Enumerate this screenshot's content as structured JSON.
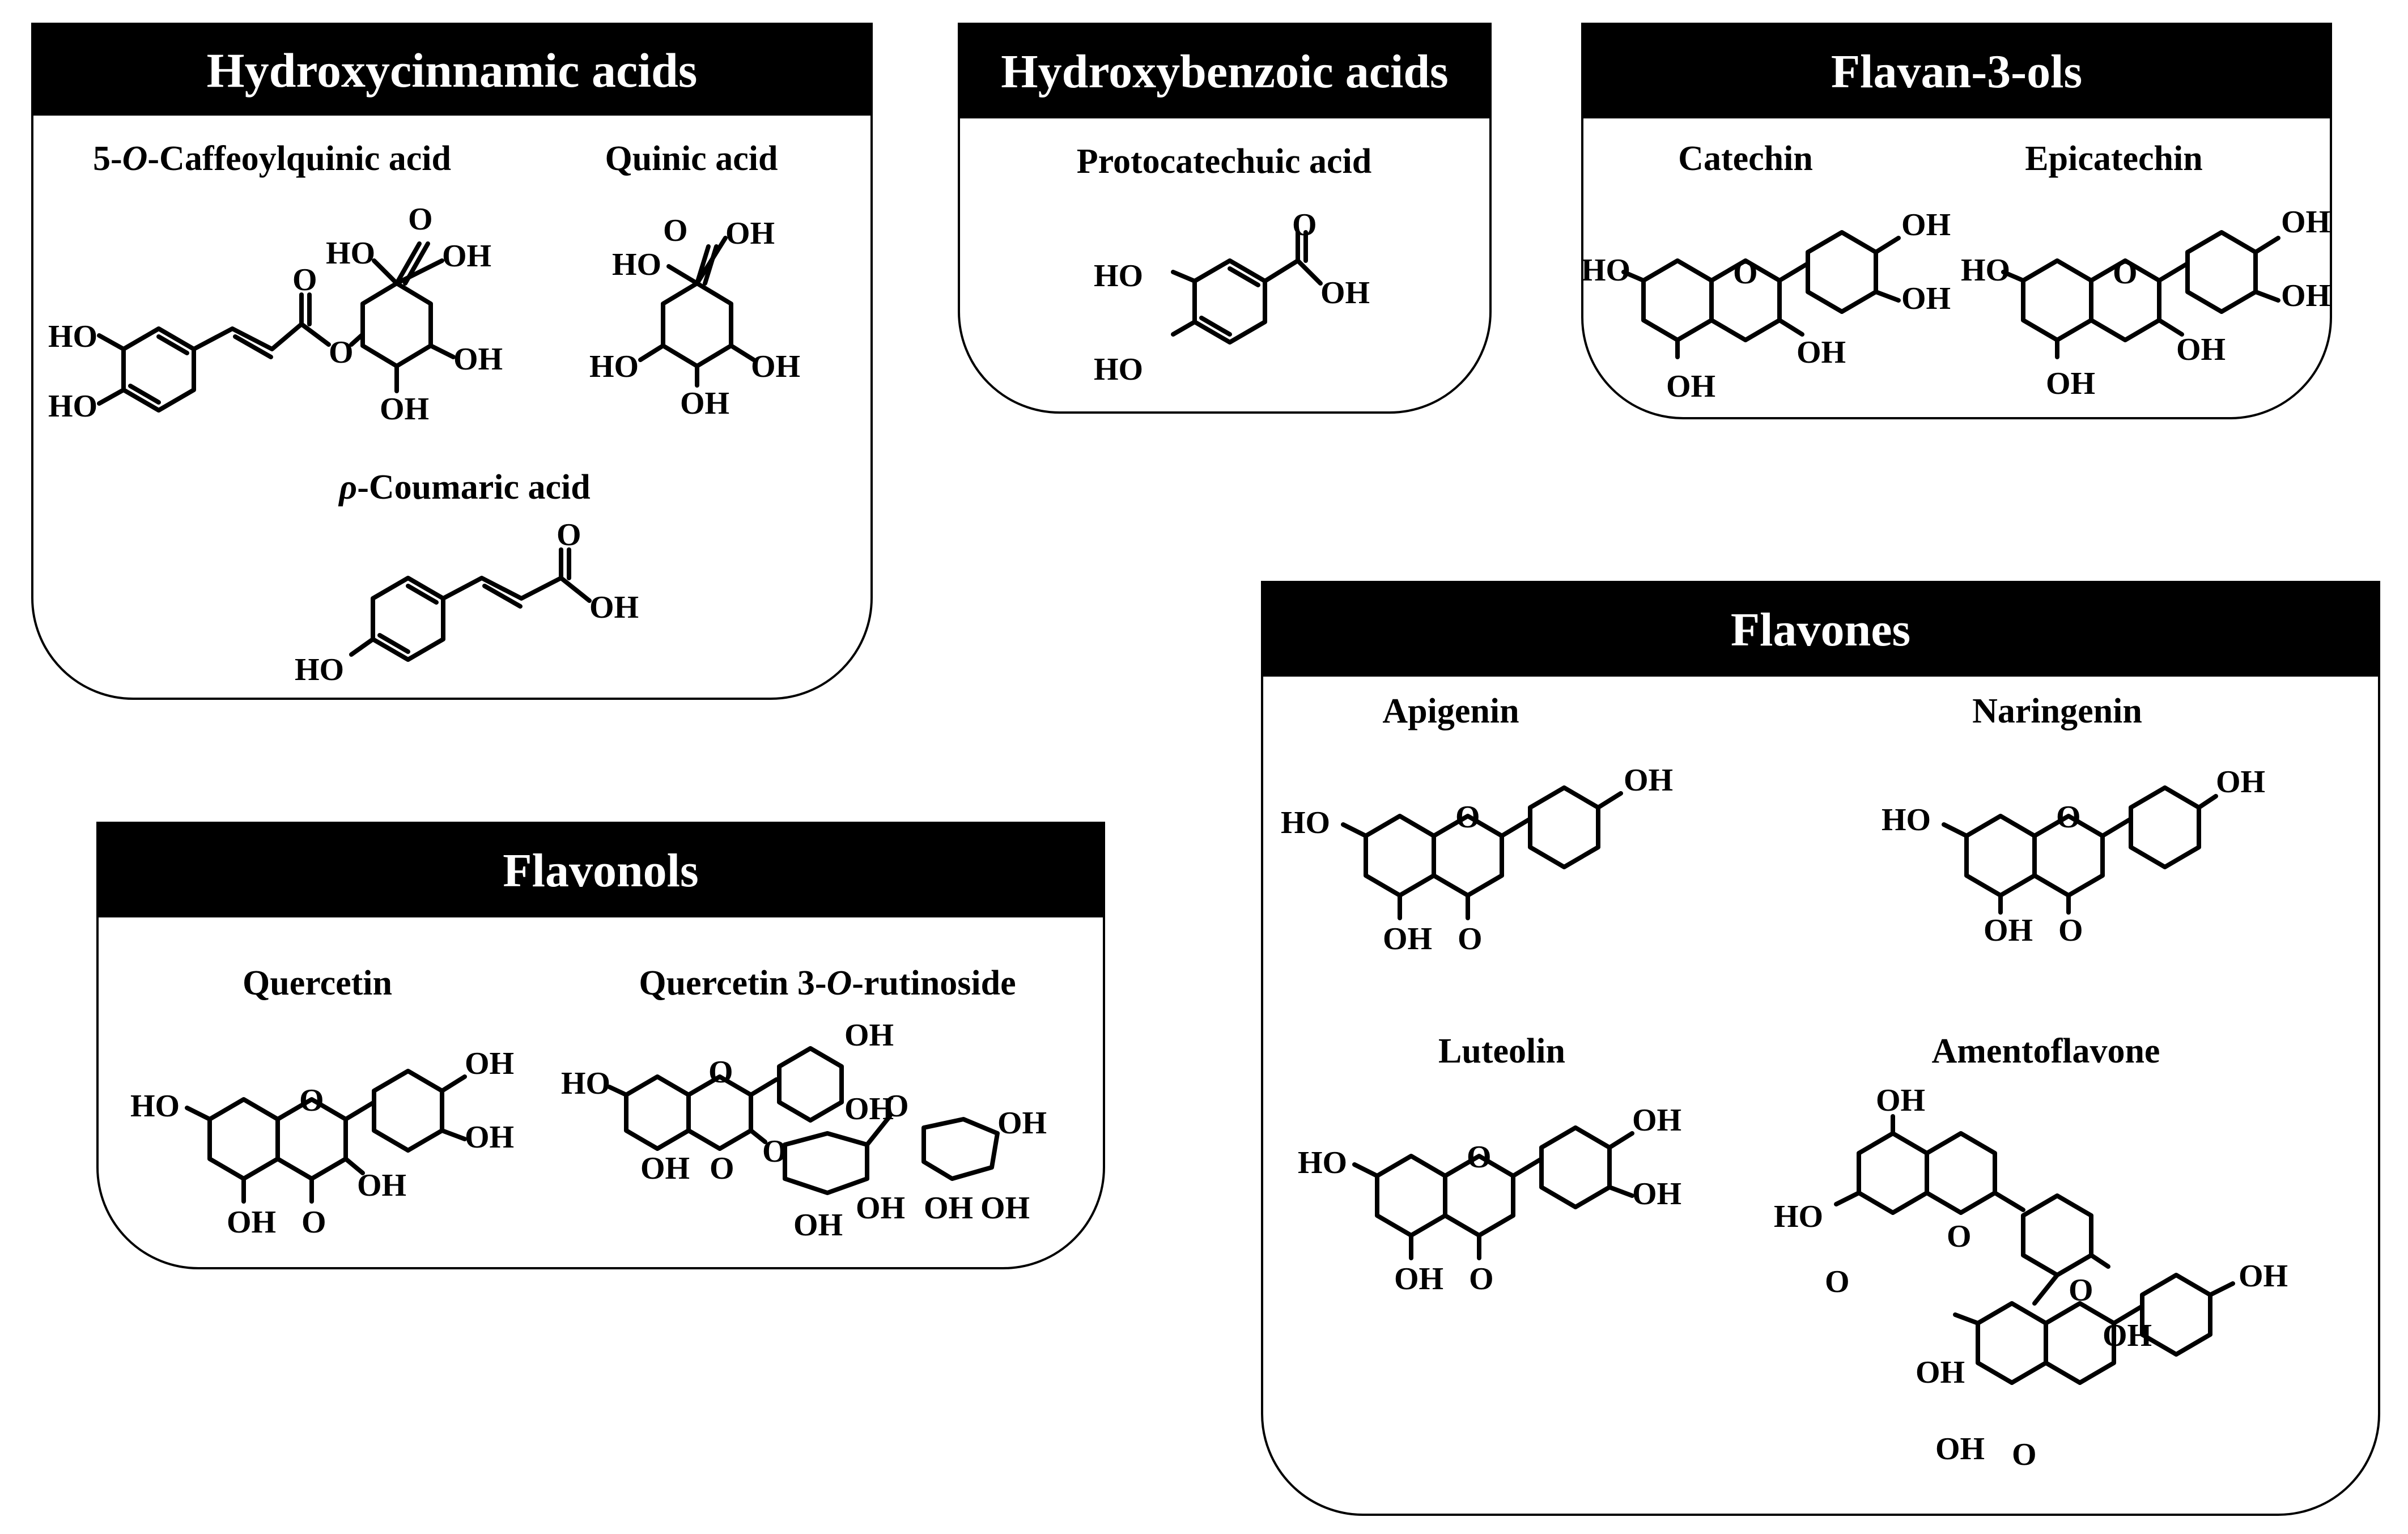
{
  "panels": {
    "hydroxycinnamic": {
      "title": "Hydroxycinnamic acids",
      "compounds": {
        "caffeoylquinic": {
          "pre": "5-",
          "ital": "O",
          "post": "-Caffeoylquinic acid"
        },
        "quinic": {
          "name": "Quinic acid"
        },
        "coumaric": {
          "ital": "ρ",
          "post": "-Coumaric acid"
        }
      }
    },
    "hydroxybenzoic": {
      "title": "Hydroxybenzoic acids",
      "compounds": {
        "protocatechuic": {
          "name": "Protocatechuic acid"
        }
      }
    },
    "flavan3ols": {
      "title": "Flavan-3-ols",
      "compounds": {
        "catechin": {
          "name": "Catechin"
        },
        "epicatechin": {
          "name": "Epicatechin"
        }
      }
    },
    "flavonols": {
      "title": "Flavonols",
      "compounds": {
        "quercetin": {
          "name": "Quercetin"
        },
        "rutinoside": {
          "pre": "Quercetin 3-",
          "ital": "O",
          "post": "-rutinoside"
        }
      }
    },
    "flavones": {
      "title": "Flavones",
      "compounds": {
        "apigenin": {
          "name": "Apigenin"
        },
        "naringenin": {
          "name": "Naringenin"
        },
        "luteolin": {
          "name": "Luteolin"
        },
        "amentoflavone": {
          "name": "Amentoflavone"
        }
      }
    }
  },
  "atoms": {
    "hydroxyl": "OH",
    "hydroxyl_left": "HO",
    "oxygen": "O"
  }
}
